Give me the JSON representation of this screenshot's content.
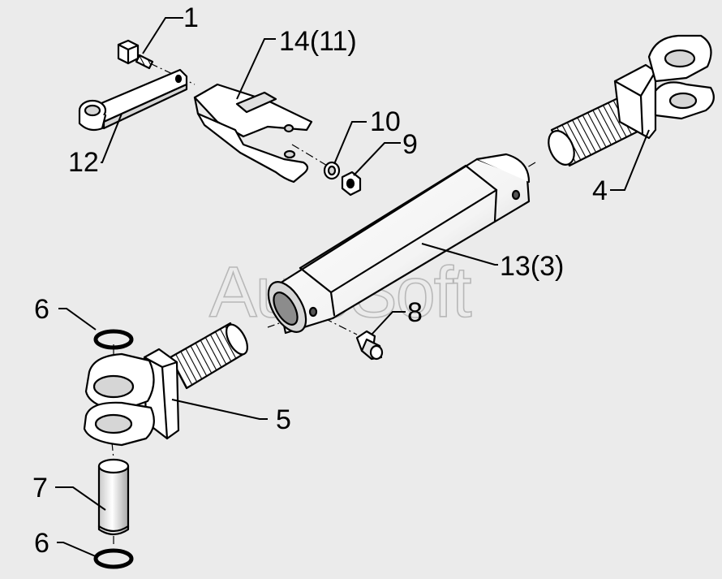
{
  "watermark": "AutoSoft",
  "callouts": {
    "c1": "1",
    "c14": "14(11)",
    "c10": "10",
    "c9": "9",
    "c12": "12",
    "c4": "4",
    "c13": "13(3)",
    "c8": "8",
    "c6a": "6",
    "c5": "5",
    "c7": "7",
    "c6b": "6"
  },
  "colors": {
    "background": "#ebebeb",
    "part_fill": "#ffffff",
    "shade": "#d6d6d6",
    "line": "#000000"
  }
}
